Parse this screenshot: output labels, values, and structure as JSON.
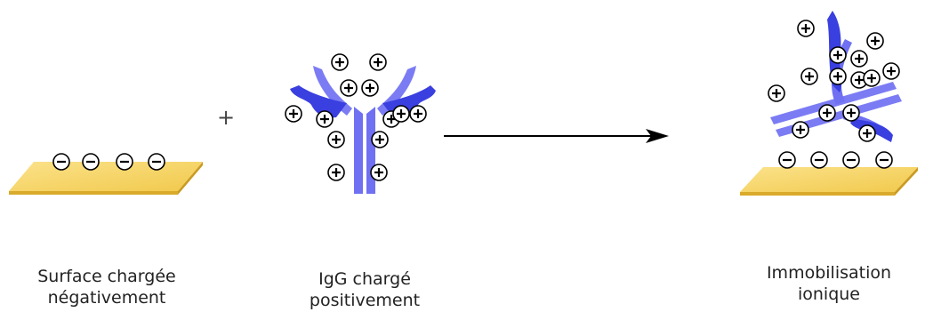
{
  "diagram": {
    "plus_sign": "+",
    "panels": [
      {
        "id": "surface",
        "caption_line1": "Surface chargée",
        "caption_line2": "négativement"
      },
      {
        "id": "igg",
        "caption_line1": "IgG chargé",
        "caption_line2": "positivement"
      },
      {
        "id": "result",
        "caption_line1": "Immobilisation",
        "caption_line2": "ionique"
      }
    ],
    "charges": {
      "negative": "−",
      "positive": "+"
    },
    "colors": {
      "surface_top": "#f7d667",
      "surface_edge": "#d9aa2b",
      "antibody_main": "#7b7cf4",
      "antibody_dark": "#3a3fe0",
      "arrow": "#000000"
    }
  }
}
